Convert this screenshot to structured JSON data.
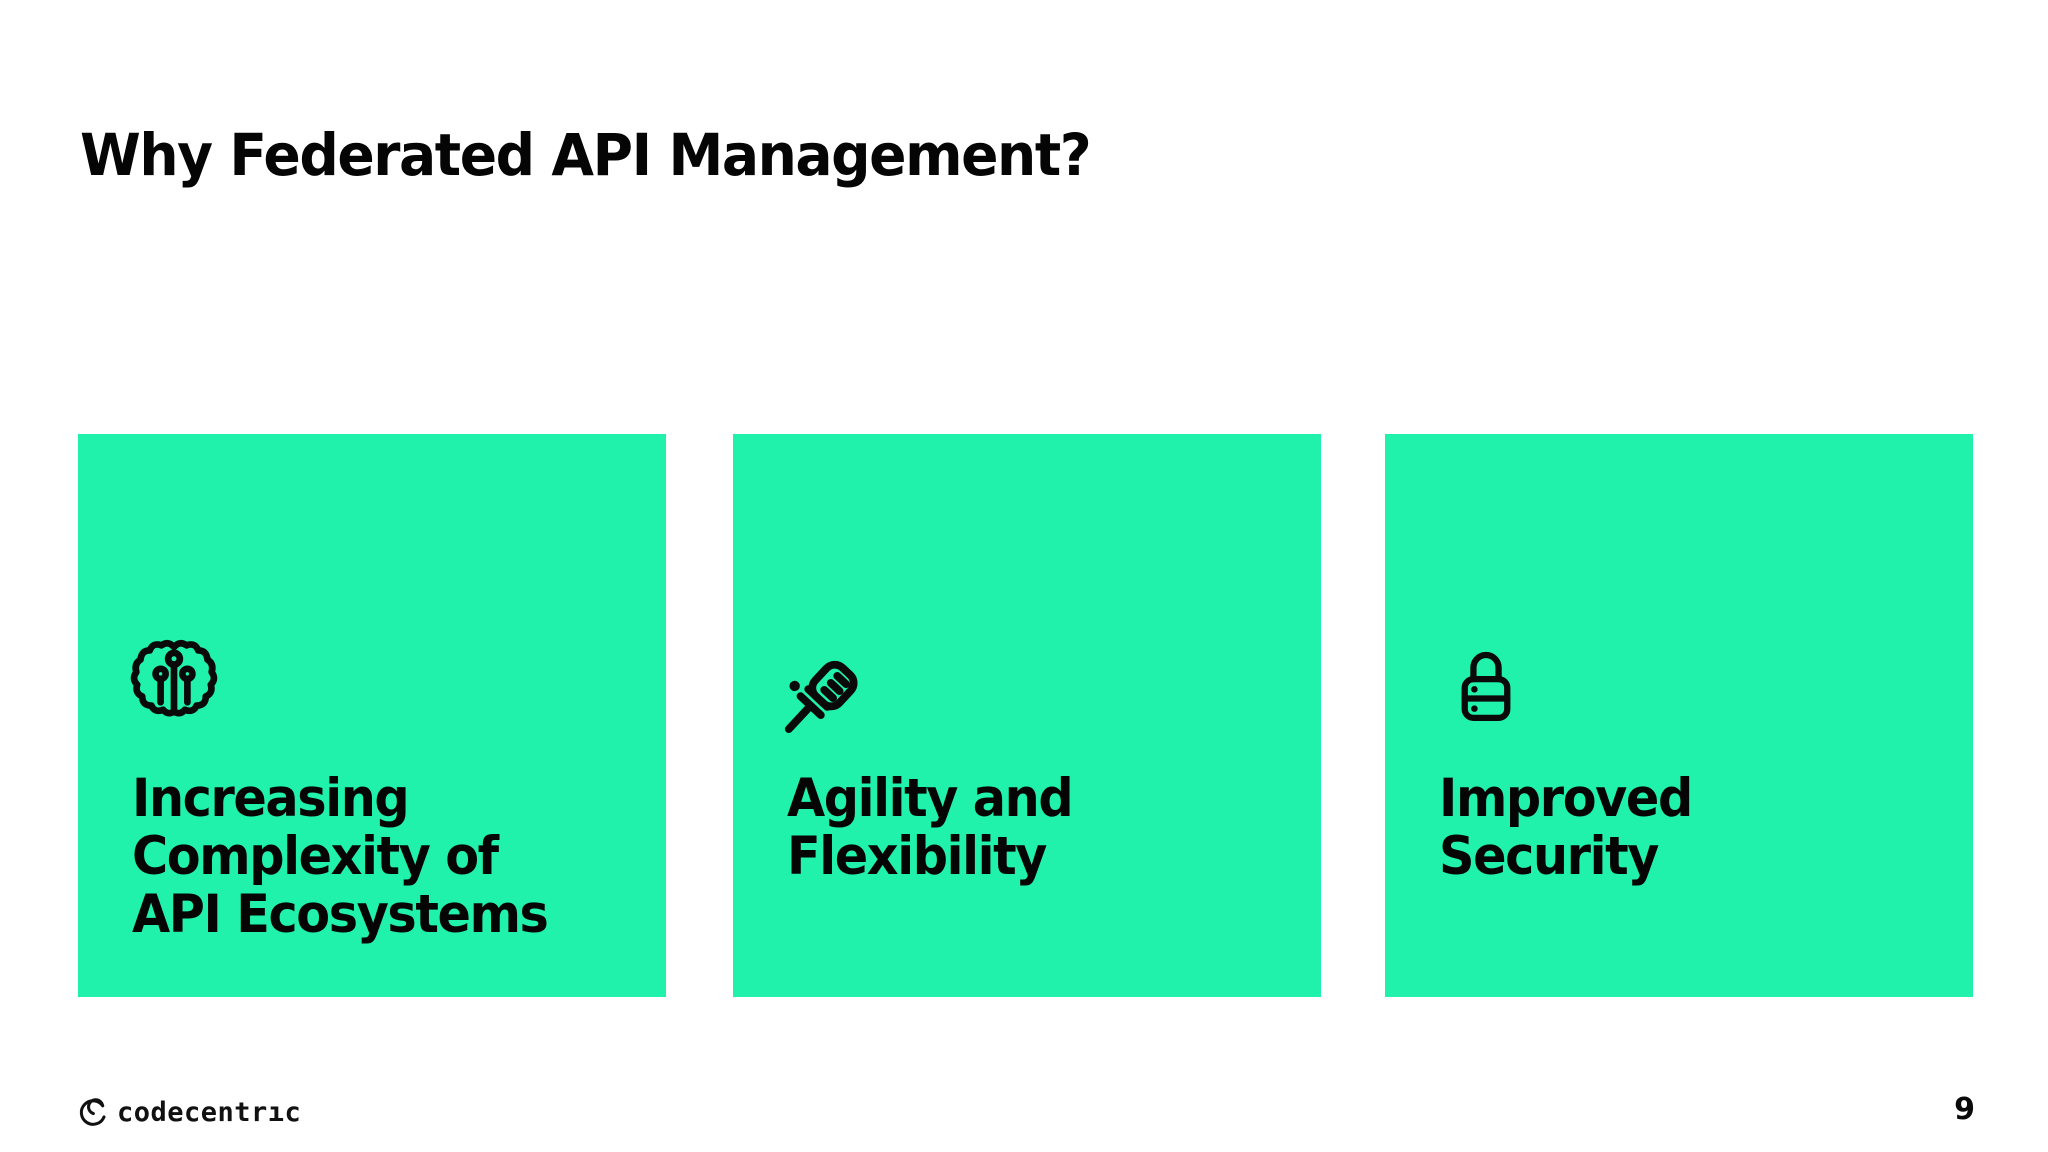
{
  "slide": {
    "title": "Why Federated API Management?",
    "page_number": "9"
  },
  "footer": {
    "brand": "codecentrıc"
  },
  "theme": {
    "card_green": "#21F2AB",
    "ink": "#0A0A0A",
    "background": "#FFFFFF"
  },
  "cards": [
    {
      "icon": "brain-circuit-icon",
      "lines": [
        "Increasing",
        "Complexity of",
        "API Ecosystems"
      ]
    },
    {
      "icon": "raised-fist-icon",
      "lines": [
        "Agility and",
        "Flexibility"
      ]
    },
    {
      "icon": "lock-icon",
      "lines": [
        "Improved",
        "Security"
      ]
    }
  ]
}
